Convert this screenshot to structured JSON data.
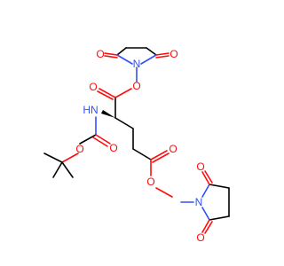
{
  "molecule": {
    "colors": {
      "carbon_bond": "#000000",
      "oxygen": "#ff0d0d",
      "nitrogen": "#3050f8",
      "background": "#ffffff"
    },
    "atoms": [
      {
        "id": "O_top_left_carbonyl",
        "label": "O",
        "element": "oxygen"
      },
      {
        "id": "N_top_imide",
        "label": "N",
        "element": "nitrogen"
      },
      {
        "id": "O_top_right_carbonyl",
        "label": "O",
        "element": "oxygen"
      },
      {
        "id": "O_top_ester_link",
        "label": "O",
        "element": "oxygen"
      },
      {
        "id": "O_alpha_ester_carbonyl",
        "label": "O",
        "element": "oxygen"
      },
      {
        "id": "NH_carbamate",
        "label": "HN",
        "element": "nitrogen"
      },
      {
        "id": "O_carbamate_carbonyl",
        "label": "O",
        "element": "oxygen"
      },
      {
        "id": "O_carbamate_ester",
        "label": "O",
        "element": "oxygen"
      },
      {
        "id": "O_side_ester_carbonyl",
        "label": "O",
        "element": "oxygen"
      },
      {
        "id": "O_bottom_ester_link",
        "label": "O",
        "element": "oxygen"
      },
      {
        "id": "N_bottom_imide",
        "label": "N",
        "element": "nitrogen"
      },
      {
        "id": "O_bottom_upper_carbonyl",
        "label": "O",
        "element": "oxygen"
      },
      {
        "id": "O_bottom_lower_carbonyl",
        "label": "O",
        "element": "oxygen"
      }
    ]
  }
}
